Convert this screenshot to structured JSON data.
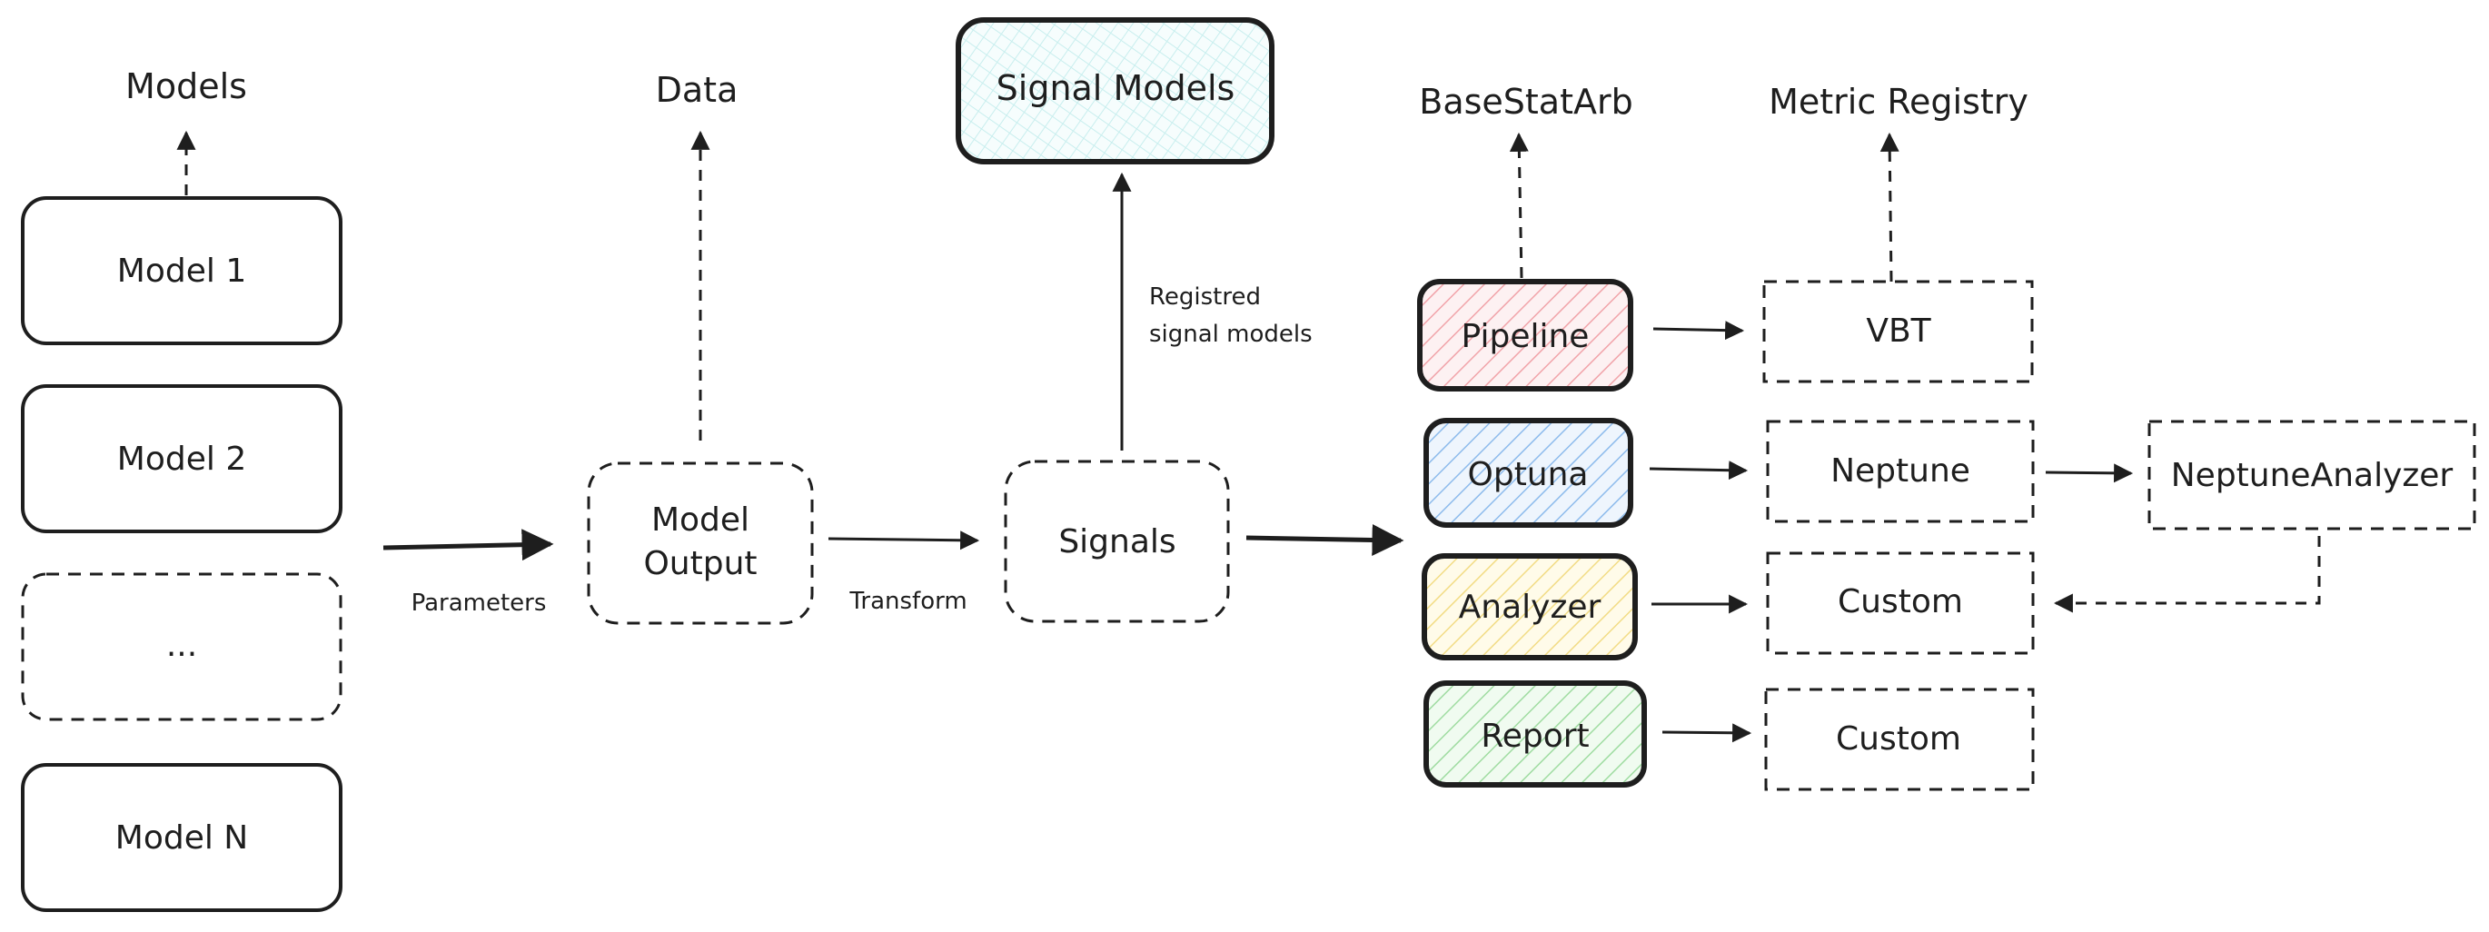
{
  "labels": {
    "models_header": "Models",
    "data_header": "Data",
    "signal_models": "Signal Models",
    "basestatarb_header": "BaseStatArb",
    "metric_registry_header": "Metric Registry",
    "model_1": "Model 1",
    "model_2": "Model 2",
    "model_ellipsis": "...",
    "model_n": "Model N",
    "parameters": "Parameters",
    "model_output_line1": "Model",
    "model_output_line2": "Output",
    "transform": "Transform",
    "signals": "Signals",
    "registered_line1": "Registred",
    "registered_line2": "signal models",
    "pipeline": "Pipeline",
    "optuna": "Optuna",
    "analyzer": "Analyzer",
    "report": "Report",
    "vbt": "VBT",
    "neptune": "Neptune",
    "neptune_analyzer": "NeptuneAnalyzer",
    "custom_analyzer": "Custom",
    "custom_report": "Custom"
  },
  "colors": {
    "stroke": "#1e1e1e",
    "signal_models_fill": "#dff7f7",
    "pipeline_fill": "#f8c9cc",
    "optuna_fill": "#b9d6f5",
    "analyzer_fill": "#fbeeb0",
    "report_fill": "#c6eec7",
    "vbt_fill": "#dcdcdc",
    "neptune_fill": "#dcdaf7",
    "custom_fill": "#d5f3d5"
  }
}
